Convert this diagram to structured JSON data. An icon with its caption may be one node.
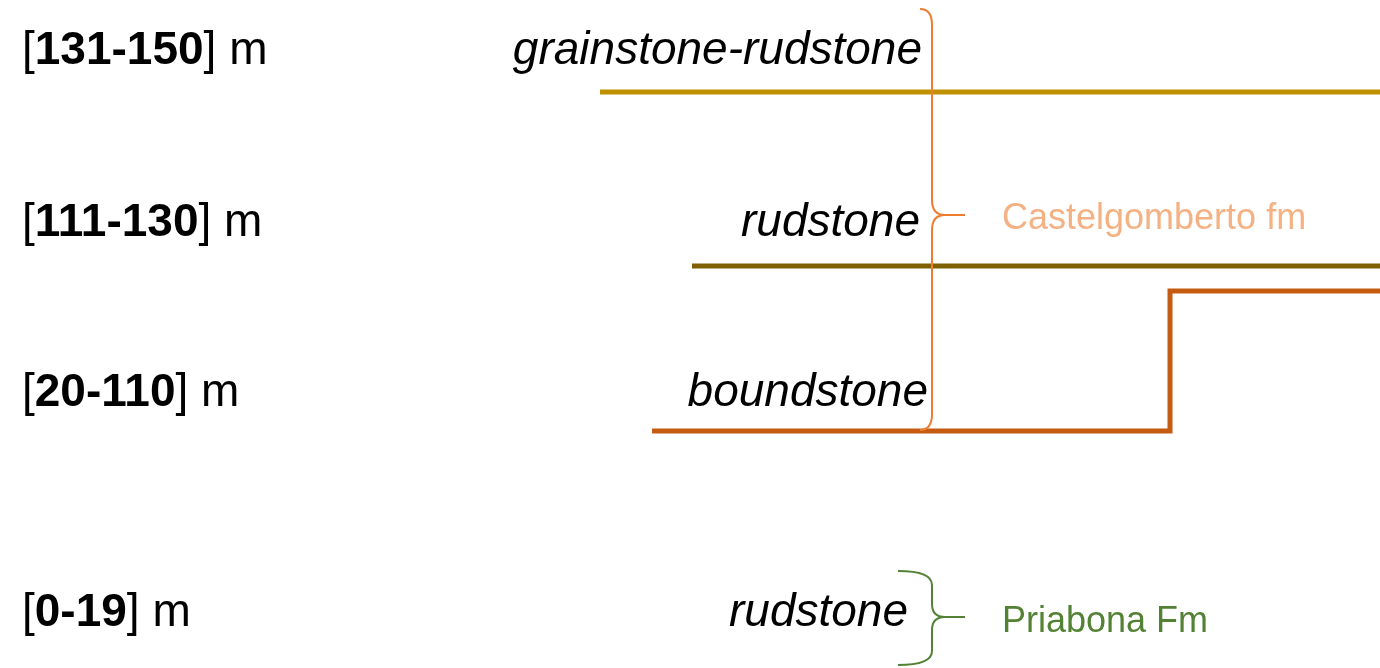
{
  "diagram": {
    "labels": [
      "[**131-150**] m",
      "grainstone-rudstone",
      "[**111-130**] m",
      "rudstone",
      "Castelgomberto fm",
      "[**20-110**] m",
      "boundstone",
      "[**0-19**] m",
      "rudstone",
      "Priabona Fm"
    ]
  }
}
